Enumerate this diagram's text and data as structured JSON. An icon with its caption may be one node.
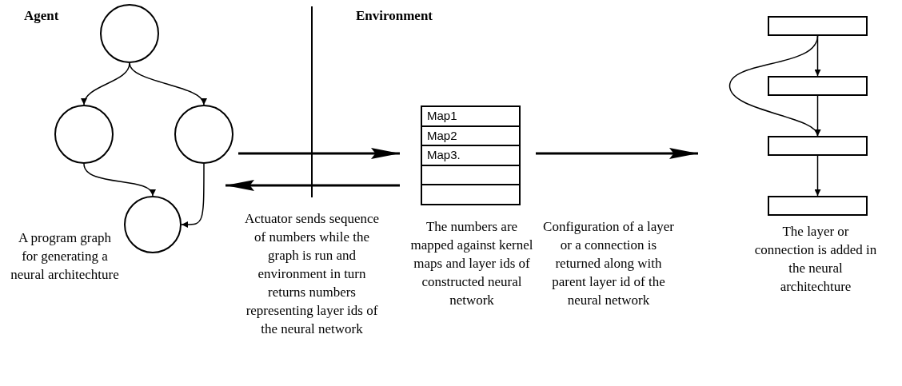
{
  "diagram": {
    "nodes": [
      {
        "text": [],
        "shape": "circle"
      },
      {
        "text": [],
        "shape": "circle"
      },
      {
        "text": [],
        "shape": "circle"
      },
      {
        "text": [],
        "shape": "circle"
      },
      {
        "text": [
          "Map1",
          "Map2",
          "Map3."
        ]
      },
      {
        "text": [],
        "shape": "box"
      },
      {
        "text": [],
        "shape": "box"
      },
      {
        "text": [],
        "shape": "box"
      },
      {
        "text": [],
        "shape": "box"
      }
    ],
    "edges": [
      {
        "from": 0,
        "to": 1,
        "arrow": "to"
      },
      {
        "from": 0,
        "to": 2,
        "arrow": "to"
      },
      {
        "from": 1,
        "to": 3,
        "arrow": "to"
      },
      {
        "from": 2,
        "to": 3,
        "arrow": "to"
      },
      {
        "from": 2,
        "to": 4,
        "arrow": "to",
        "style": "thick"
      },
      {
        "from": 4,
        "to": 2,
        "arrow": "to",
        "style": "thick"
      },
      {
        "from": 4,
        "to": null,
        "arrow": "to",
        "style": "thick"
      },
      {
        "from": 5,
        "to": 6,
        "arrow": "to"
      },
      {
        "from": 6,
        "to": 7,
        "arrow": "to"
      },
      {
        "from": 7,
        "to": 8,
        "arrow": "to"
      },
      {
        "from": 5,
        "to": 7,
        "arrow": "to"
      }
    ],
    "labels": [
      "Agent",
      "Environment",
      "A program graph for generating a neural architechture",
      "Actuator sends sequence of numbers while the graph is run and environment in turn returns numbers representing layer ids of the neural network",
      "The numbers are mapped against kernel maps and layer ids of constructed neural network",
      "Configuration of a layer or a connection is returned along with parent layer id of the neural network",
      "The layer or connection is added in the neural architechture"
    ]
  }
}
